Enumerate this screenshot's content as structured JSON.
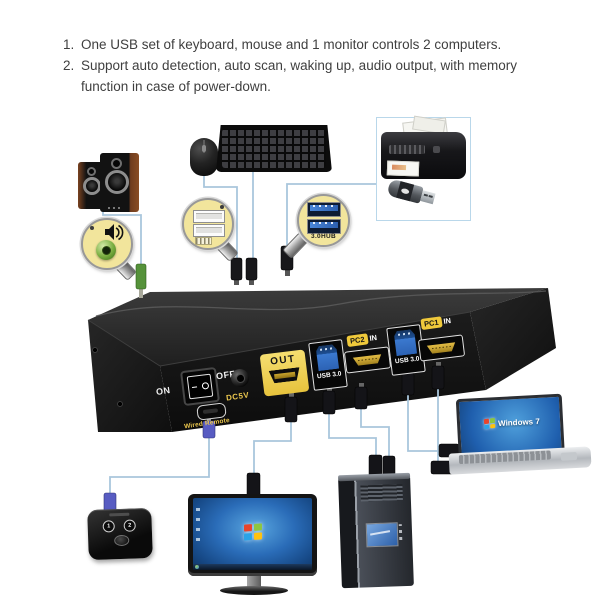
{
  "feature_list": {
    "items": [
      {
        "number": "1.",
        "text": "One USB set of keyboard, mouse and 1 monitor controls 2 computers."
      },
      {
        "number": "2.",
        "text": "Support auto detection, auto scan, waking up, audio output, with memory function in case of power-down."
      }
    ]
  },
  "kvm_switch": {
    "labels": {
      "on": "ON",
      "off": "OFF",
      "dc_power": "DC5V",
      "wired_remote": "Wired Remote",
      "out": "OUT",
      "usb3": "USB 3.0",
      "pc2": "PC2",
      "pc1": "PC1",
      "in": "IN"
    }
  },
  "callouts": {
    "audio_jack": {
      "icon": "speaker-icon"
    },
    "usb2_hub": {
      "icon": "usb2-ports-icon"
    },
    "usb3_hub": {
      "icon": "usb3-ports-icon",
      "label": "3.0HUB"
    }
  },
  "devices": {
    "laptop": {
      "os_label": "Windows 7"
    },
    "remote": {
      "button1": "1",
      "button2": "2"
    }
  },
  "colors": {
    "callout_fill": "#f2e59c",
    "cable": "#a9c6dc",
    "port_yellow": "#efc93b",
    "out_yellow": "#f0d75e",
    "usb3_blue": "#2c62b4",
    "switch_body": "#1a1a1a",
    "remote_plug_blue": "#585cc2",
    "printer_box_border": "#b9d7ea",
    "audio_jack_green": "#7cb043"
  }
}
